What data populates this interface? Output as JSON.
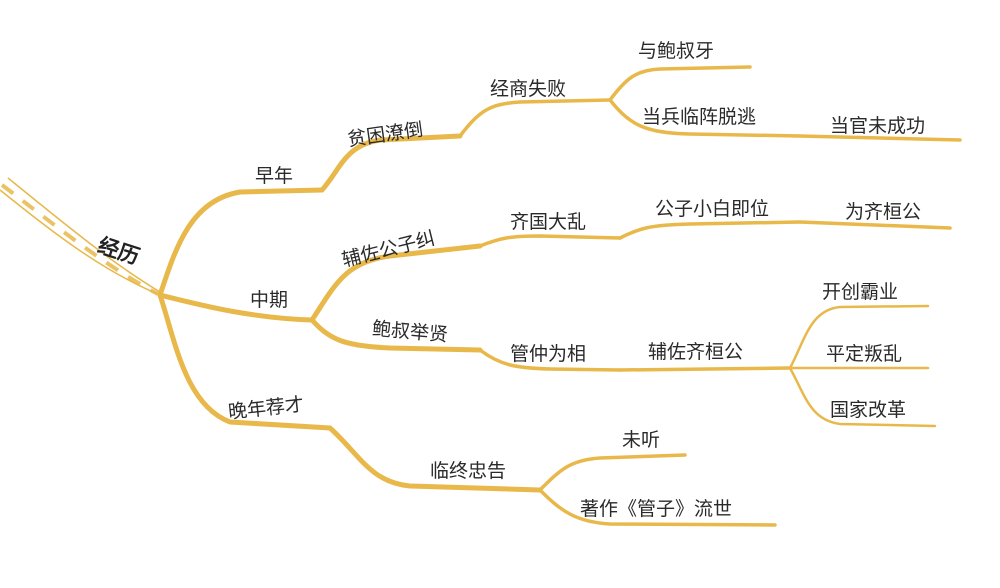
{
  "root": "经历",
  "accent_color": "#e8b84a",
  "branches": {
    "early": {
      "label": "早年",
      "n1": "贫困潦倒",
      "n2": "经商失败",
      "n3a": "与鲍叔牙",
      "n3b": "当兵临阵脱逃",
      "n4b": "当官未成功"
    },
    "middle": {
      "label": "中期",
      "a1": "辅佐公子纠",
      "a2": "齐国大乱",
      "a3": "公子小白即位",
      "a4": "为齐桓公",
      "b1": "鲍叔举贤",
      "b2": "管仲为相",
      "b3": "辅佐齐桓公",
      "b4a": "开创霸业",
      "b4b": "平定叛乱",
      "b4c": "国家改革"
    },
    "late": {
      "label": "晚年荐才",
      "n1": "临终忠告",
      "n2a": "未听",
      "n2b": "著作《管子》流世"
    }
  }
}
